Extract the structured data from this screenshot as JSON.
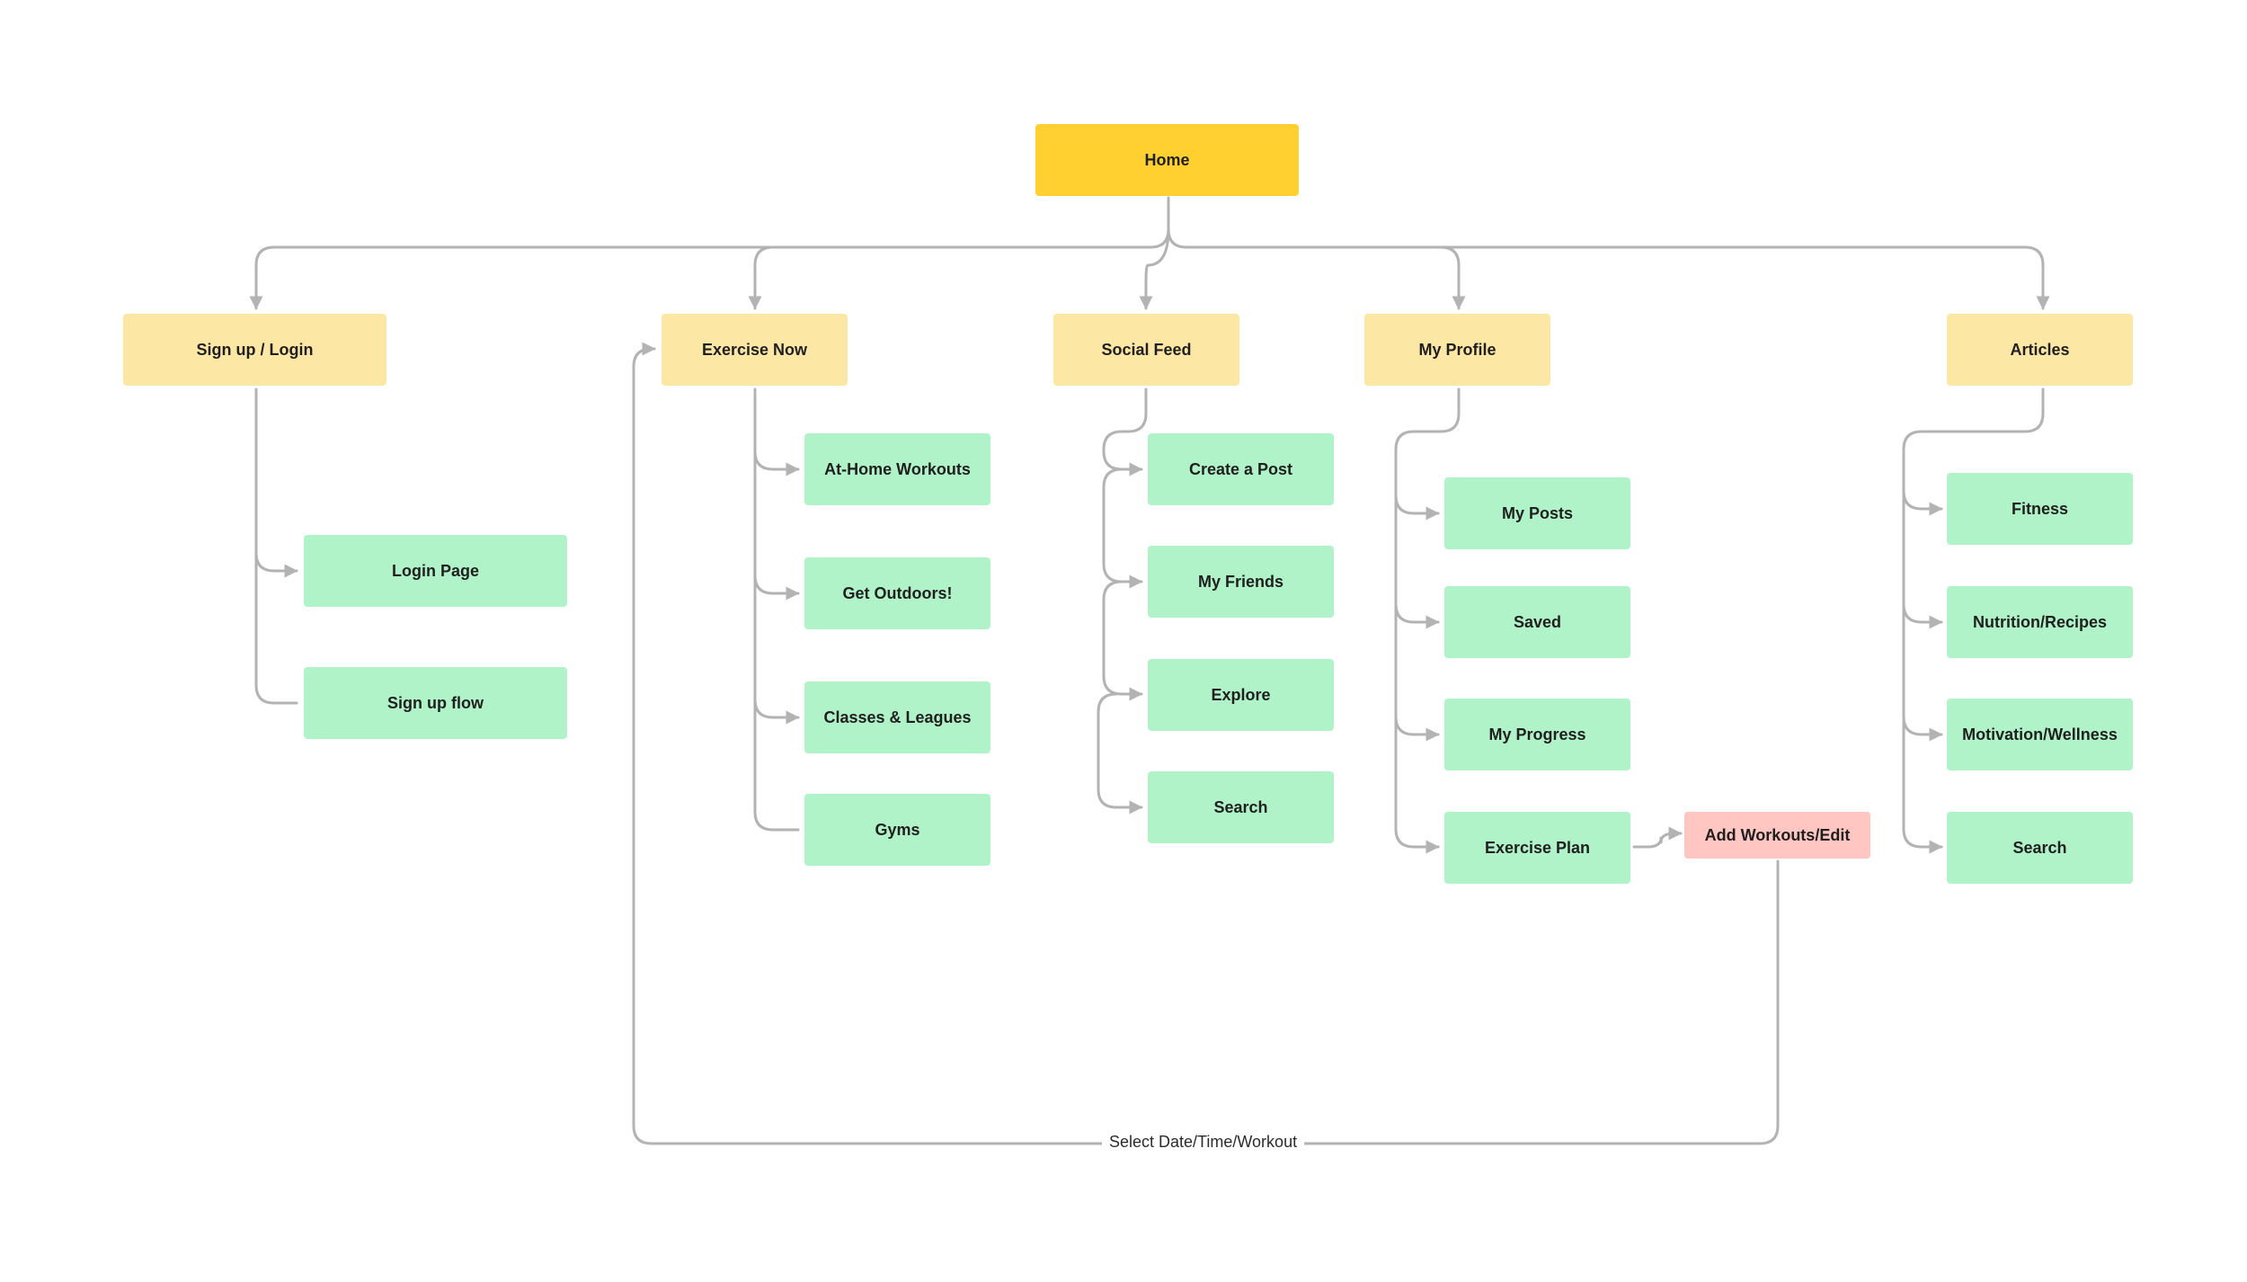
{
  "diagram": {
    "root": {
      "id": "home",
      "label": "Home"
    },
    "sections": [
      {
        "id": "signup",
        "label": "Sign up / Login"
      },
      {
        "id": "exercise",
        "label": "Exercise Now"
      },
      {
        "id": "social",
        "label": "Social Feed"
      },
      {
        "id": "profile",
        "label": "My Profile"
      },
      {
        "id": "articles",
        "label": "Articles"
      }
    ],
    "pages": [
      {
        "id": "login-page",
        "label": "Login Page",
        "parent": "signup"
      },
      {
        "id": "signup-flow",
        "label": "Sign up flow",
        "parent": "signup"
      },
      {
        "id": "at-home",
        "label": "At-Home Workouts",
        "parent": "exercise"
      },
      {
        "id": "outdoors",
        "label": "Get Outdoors!",
        "parent": "exercise"
      },
      {
        "id": "classes",
        "label": "Classes & Leagues",
        "parent": "exercise"
      },
      {
        "id": "gyms",
        "label": "Gyms",
        "parent": "exercise"
      },
      {
        "id": "create-post",
        "label": "Create a Post",
        "parent": "social"
      },
      {
        "id": "my-friends",
        "label": "My Friends",
        "parent": "social"
      },
      {
        "id": "explore",
        "label": "Explore",
        "parent": "social"
      },
      {
        "id": "social-search",
        "label": "Search",
        "parent": "social"
      },
      {
        "id": "my-posts",
        "label": "My Posts",
        "parent": "profile"
      },
      {
        "id": "saved",
        "label": "Saved",
        "parent": "profile"
      },
      {
        "id": "my-progress",
        "label": "My Progress",
        "parent": "profile"
      },
      {
        "id": "exercise-plan",
        "label": "Exercise Plan",
        "parent": "profile"
      },
      {
        "id": "fitness",
        "label": "Fitness",
        "parent": "articles"
      },
      {
        "id": "nutrition",
        "label": "Nutrition/Recipes",
        "parent": "articles"
      },
      {
        "id": "motivation",
        "label": "Motivation/Wellness",
        "parent": "articles"
      },
      {
        "id": "articles-search",
        "label": "Search",
        "parent": "articles"
      }
    ],
    "actions": [
      {
        "id": "add-workouts",
        "label": "Add Workouts/Edit",
        "parent": "exercise-plan"
      }
    ],
    "loop_edge": {
      "from": "add-workouts",
      "to": "exercise",
      "label": "Select Date/Time/Workout"
    },
    "colors": {
      "root": "#ffd02f",
      "section": "#fde7a4",
      "page": "#b1f3c9",
      "action": "#ffc6c2",
      "connector": "#b3b3b3"
    }
  }
}
